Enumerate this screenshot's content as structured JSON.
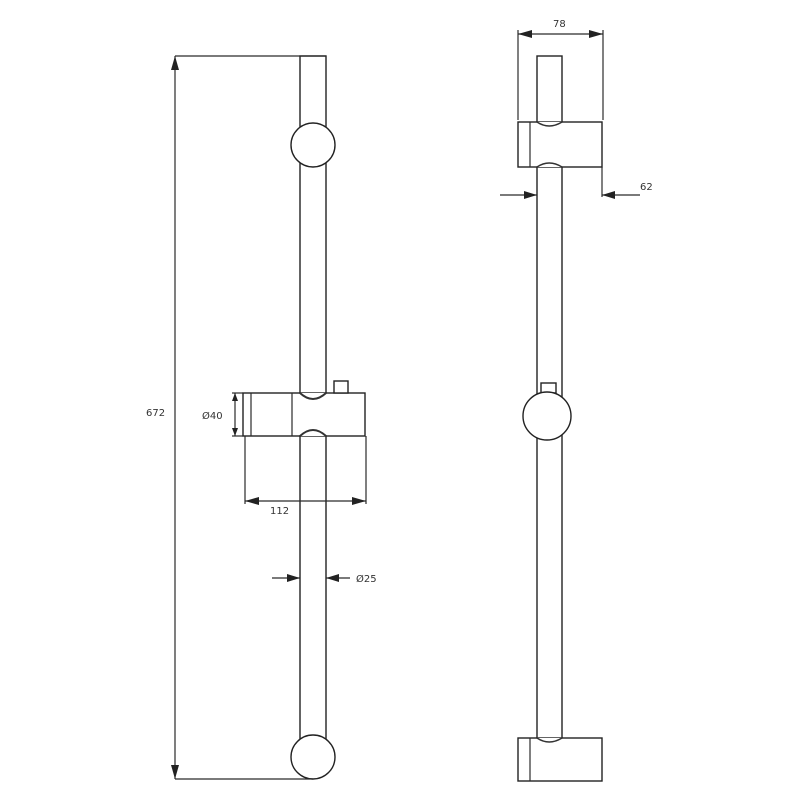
{
  "dimensions": {
    "total_length": "672",
    "slider_diameter": "Ø40",
    "slider_width": "112",
    "rod_diameter": "Ø25",
    "mount_depth": "78",
    "wall_offset": "62"
  },
  "colors": {
    "line": "#2a2a2a",
    "background": "#ffffff"
  }
}
